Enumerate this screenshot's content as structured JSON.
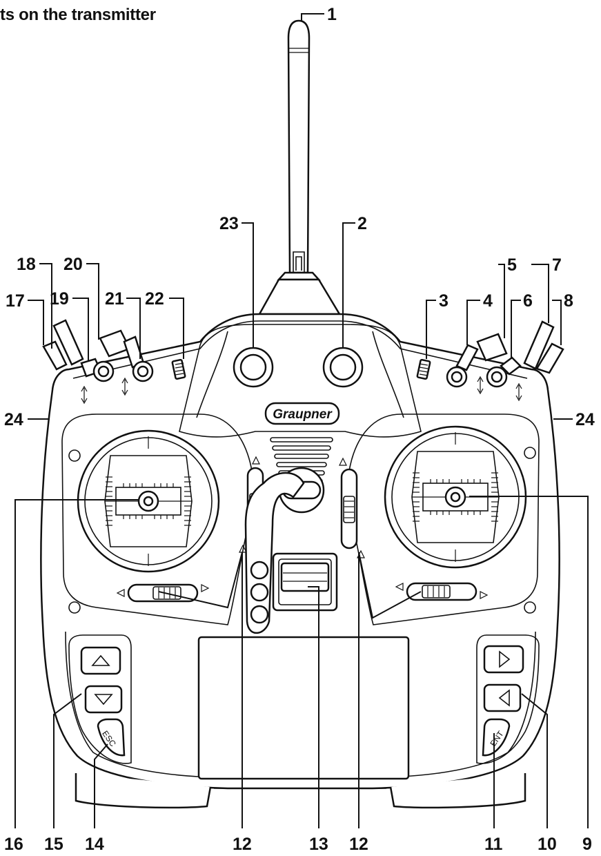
{
  "heading": "ts on the transmitter",
  "logo_text": "Graupner",
  "button_labels": {
    "esc": "ESC",
    "ent": "ENT"
  },
  "callouts": [
    {
      "id": "c1",
      "label": "1"
    },
    {
      "id": "c2",
      "label": "2"
    },
    {
      "id": "c23",
      "label": "23"
    },
    {
      "id": "c18",
      "label": "18"
    },
    {
      "id": "c20",
      "label": "20"
    },
    {
      "id": "c5",
      "label": "5"
    },
    {
      "id": "c7",
      "label": "7"
    },
    {
      "id": "c17",
      "label": "17"
    },
    {
      "id": "c19",
      "label": "19"
    },
    {
      "id": "c21",
      "label": "21"
    },
    {
      "id": "c22",
      "label": "22"
    },
    {
      "id": "c3",
      "label": "3"
    },
    {
      "id": "c4",
      "label": "4"
    },
    {
      "id": "c6",
      "label": "6"
    },
    {
      "id": "c8",
      "label": "8"
    },
    {
      "id": "c24l",
      "label": "24"
    },
    {
      "id": "c24r",
      "label": "24"
    },
    {
      "id": "c16",
      "label": "16"
    },
    {
      "id": "c15",
      "label": "15"
    },
    {
      "id": "c14",
      "label": "14"
    },
    {
      "id": "c12a",
      "label": "12"
    },
    {
      "id": "c13",
      "label": "13"
    },
    {
      "id": "c12b",
      "label": "12"
    },
    {
      "id": "c11",
      "label": "11"
    },
    {
      "id": "c10",
      "label": "10"
    },
    {
      "id": "c9",
      "label": "9"
    }
  ]
}
